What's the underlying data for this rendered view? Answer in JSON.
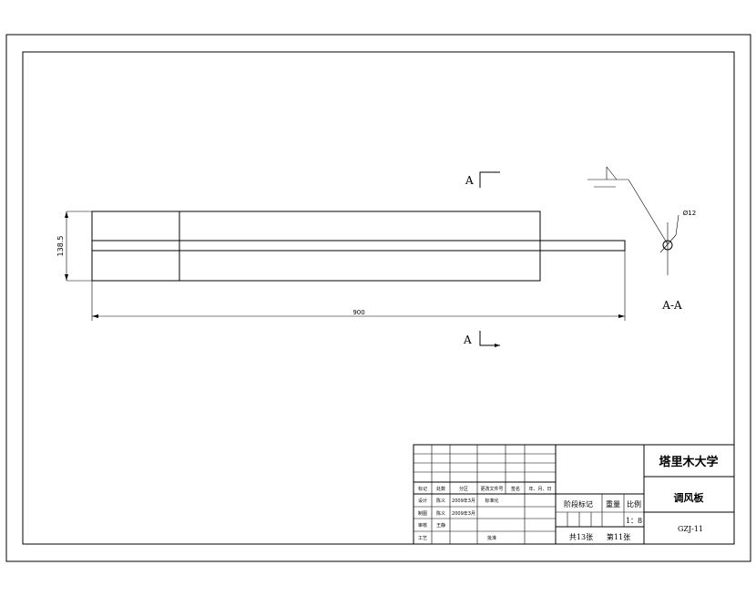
{
  "drawing": {
    "dim_length": "900",
    "dim_height": "138.5",
    "section_mark_top": "A",
    "section_mark_bottom": "A",
    "section_title": "A-A",
    "hole_label": "Ø12"
  },
  "title_block": {
    "university": "塔里木大学",
    "part_name": "调风板",
    "drawing_code": "GZJ-11",
    "stage_label": "阶段标记",
    "weight_label": "重量",
    "scale_label": "比例",
    "scale_value": "1：8",
    "sheet_total": "共13张",
    "sheet_current": "第11张",
    "rev_headers": [
      "标记",
      "处数",
      "分区",
      "更改文件号",
      "签名",
      "年、月、日"
    ],
    "row_design": [
      "设计",
      "陈义",
      "2009年3月",
      "标准化"
    ],
    "row_draw": [
      "制图",
      "陈义",
      "2009年3月"
    ],
    "row_check": [
      "审核",
      "王静"
    ],
    "row_process": [
      "工艺",
      "",
      "",
      "批准"
    ]
  }
}
